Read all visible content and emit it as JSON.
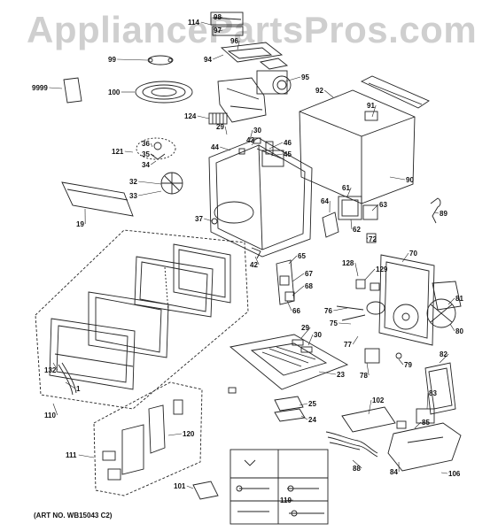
{
  "watermark": "AppliancePartsPros.com",
  "art_no": "(ART NO. WB15043 C2)",
  "labels": [
    "98",
    "114",
    "97",
    "96",
    "99",
    "94",
    "95",
    "9999",
    "100",
    "92",
    "124",
    "91",
    "29",
    "30",
    "43",
    "46",
    "45",
    "44",
    "36",
    "35",
    "34",
    "121",
    "90",
    "32",
    "33",
    "19",
    "61",
    "64",
    "63",
    "89",
    "37",
    "42",
    "62",
    "72",
    "65",
    "128",
    "70",
    "129",
    "67",
    "68",
    "66",
    "81",
    "76",
    "75",
    "80",
    "29",
    "30",
    "77",
    "79",
    "78",
    "82",
    "132",
    "23",
    "1",
    "83",
    "25",
    "110",
    "102",
    "85",
    "24",
    "120",
    "111",
    "88",
    "84",
    "106",
    "101",
    "119"
  ]
}
